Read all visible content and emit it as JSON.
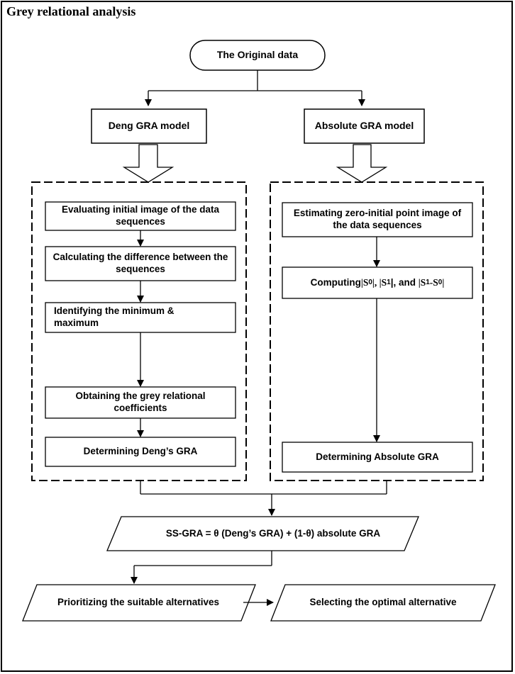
{
  "title": "Grey relational analysis",
  "nodes": {
    "original_data": "The Original data",
    "deng_model": "Deng GRA model",
    "absolute_model": "Absolute GRA model",
    "deng_steps": [
      "Evaluating initial image of the data sequences",
      "Calculating the difference between the sequences",
      "Identifying the minimum & maximum",
      "Obtaining the grey relational coefficients",
      "Determining Deng’s GRA"
    ],
    "absolute_steps": {
      "estimate": "Estimating zero-initial point image of the data sequences",
      "computing_prefix": "Computing ",
      "s0_open": "|S",
      "s0_sub": "0",
      "s0_close": "|, ",
      "s1_open": "|S",
      "s1_sub": "1",
      "s1_close": "|, and ",
      "s10_open": "|S",
      "s10_sub1": "1",
      "s10_mid": "-S",
      "s10_sub0": "0",
      "s10_close": "|",
      "determine": "Determining Absolute GRA"
    },
    "ss_gra": "SS-GRA = θ (Deng’s GRA) + (1-θ) absolute GRA",
    "prioritizing": "Prioritizing the suitable alternatives",
    "selecting": "Selecting the optimal alternative"
  },
  "colors": {
    "stroke": "#000000",
    "fill": "#ffffff",
    "text": "#000000"
  }
}
